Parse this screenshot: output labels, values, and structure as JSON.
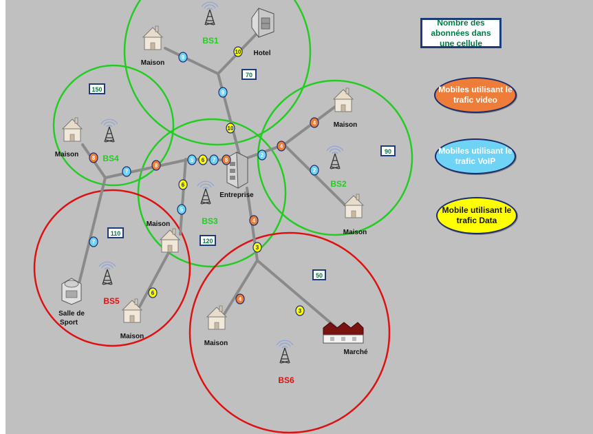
{
  "legend": {
    "subscriber_box": "Nombre des abonnées dans une cellule",
    "video": "Mobiles utilisant le trafic video",
    "voip": "Mobiles utilisant le trafic VoIP",
    "data": "Mobile utilisant le trafic Data"
  },
  "colors": {
    "background": "#c0c0c0",
    "cell_green": "#22cc22",
    "cell_red": "#dd1111",
    "video": "#ee7d3a",
    "voip": "#6fd3f5",
    "data": "#ffff00",
    "link": "#8a8a8a"
  },
  "cells": [
    {
      "bs": "BS1",
      "status": "green",
      "subscribers": "70"
    },
    {
      "bs": "BS2",
      "status": "green",
      "subscribers": "90"
    },
    {
      "bs": "BS3",
      "status": "green",
      "subscribers": "120"
    },
    {
      "bs": "BS4",
      "status": "green",
      "subscribers": "150"
    },
    {
      "bs": "BS5",
      "status": "red",
      "subscribers": "110"
    },
    {
      "bs": "BS6",
      "status": "red",
      "subscribers": "50"
    }
  ],
  "buildings": {
    "maison": "Maison",
    "hotel": "Hotel",
    "entreprise": "Entreprise",
    "salle_line1": "Salle de",
    "salle_line2": "Sport",
    "marche": "Marché"
  },
  "links": [
    {
      "from": "maison-bs1",
      "to": "junction-bs1",
      "count": "9",
      "traffic": "voip"
    },
    {
      "from": "hotel",
      "to": "junction-bs1",
      "count": "10",
      "traffic": "data"
    },
    {
      "from": "junction-bs1",
      "to": "entreprise",
      "count": "9",
      "traffic": "voip"
    },
    {
      "from": "junction-bs1",
      "to": "entreprise",
      "count": "10",
      "traffic": "data"
    },
    {
      "from": "maison-bs4",
      "to": "junction-bs4",
      "count": "8",
      "traffic": "video"
    },
    {
      "from": "junction-bs4",
      "to": "junction-bs3",
      "count": "7",
      "traffic": "voip"
    },
    {
      "from": "junction-bs4",
      "to": "junction-bs3",
      "count": "8",
      "traffic": "video"
    },
    {
      "from": "junction-bs3",
      "to": "entreprise",
      "count": "5",
      "traffic": "voip"
    },
    {
      "from": "junction-bs3",
      "to": "entreprise",
      "count": "6",
      "traffic": "data"
    },
    {
      "from": "junction-bs3",
      "to": "entreprise",
      "count": "7",
      "traffic": "voip"
    },
    {
      "from": "junction-bs3",
      "to": "entreprise",
      "count": "8",
      "traffic": "video"
    },
    {
      "from": "junction-bs3",
      "to": "maison-bs3",
      "count": "6",
      "traffic": "data"
    },
    {
      "from": "junction-bs3",
      "to": "maison-bs3",
      "count": "5",
      "traffic": "voip"
    },
    {
      "from": "maison-bs3",
      "to": "maison-bs5",
      "count": "6",
      "traffic": "data"
    },
    {
      "from": "junction-bs4",
      "to": "salle-de-sport",
      "count": "7",
      "traffic": "voip"
    },
    {
      "from": "entreprise",
      "to": "junction-bs2",
      "count": "2",
      "traffic": "voip"
    },
    {
      "from": "junction-bs2",
      "to": "maison-bs2-top",
      "count": "4",
      "traffic": "video"
    },
    {
      "from": "entreprise",
      "to": "junction-bs2",
      "count": "4",
      "traffic": "video"
    },
    {
      "from": "junction-bs2",
      "to": "maison-bs2-bottom",
      "count": "2",
      "traffic": "voip"
    },
    {
      "from": "entreprise",
      "to": "junction-bs6",
      "count": "4",
      "traffic": "video"
    },
    {
      "from": "entreprise",
      "to": "junction-bs6",
      "count": "3",
      "traffic": "data"
    },
    {
      "from": "junction-bs6",
      "to": "maison-bs6",
      "count": "4",
      "traffic": "video"
    },
    {
      "from": "junction-bs6",
      "to": "marche",
      "count": "3",
      "traffic": "data"
    }
  ]
}
